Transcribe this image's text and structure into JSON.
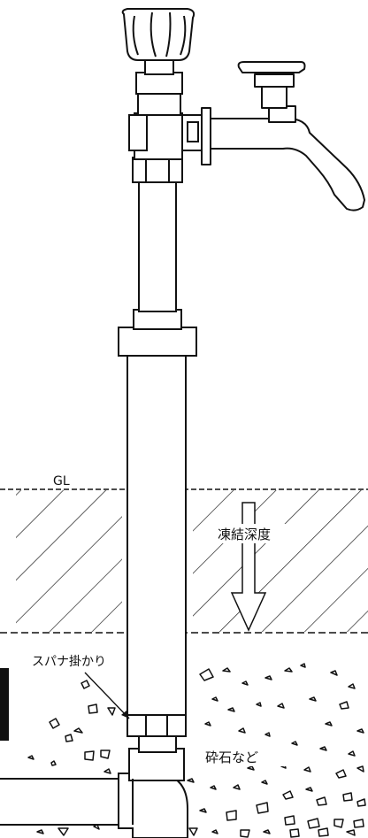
{
  "diagram": {
    "labels": {
      "ground_level": "GL",
      "frost_depth": "凍結深度",
      "wrench_grip": "スパナ掛かり",
      "crushed_stone": "砕石など"
    }
  }
}
